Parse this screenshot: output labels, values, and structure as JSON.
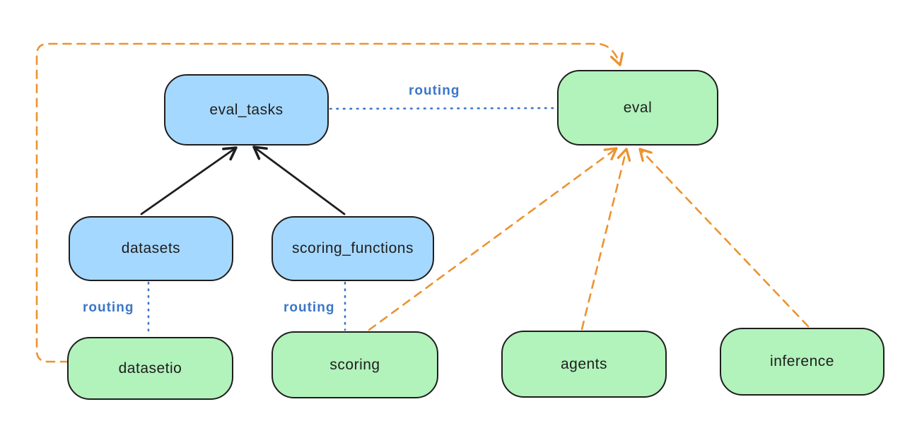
{
  "diagram": {
    "background": "#ffffff",
    "colors": {
      "blue_box_fill": "#a5d8ff",
      "green_box_fill": "#b2f2bb",
      "box_stroke": "#1e1e1e",
      "routing_line_blue": "#3b76c8",
      "dashed_arrow_orange": "#eb9330",
      "solid_arrow_black": "#1e1e1e"
    },
    "nodes": [
      {
        "id": "eval_tasks",
        "label": "eval_tasks",
        "kind": "blue"
      },
      {
        "id": "eval",
        "label": "eval",
        "kind": "green"
      },
      {
        "id": "datasets",
        "label": "datasets",
        "kind": "blue"
      },
      {
        "id": "scoring_functions",
        "label": "scoring_functions",
        "kind": "blue"
      },
      {
        "id": "datasetio",
        "label": "datasetio",
        "kind": "green"
      },
      {
        "id": "scoring",
        "label": "scoring",
        "kind": "green"
      },
      {
        "id": "agents",
        "label": "agents",
        "kind": "green"
      },
      {
        "id": "inference",
        "label": "inference",
        "kind": "green"
      }
    ],
    "edges": [
      {
        "from": "datasets",
        "to": "eval_tasks",
        "style": "solid",
        "arrow": true,
        "color": "#1e1e1e"
      },
      {
        "from": "scoring_functions",
        "to": "eval_tasks",
        "style": "solid",
        "arrow": true,
        "color": "#1e1e1e"
      },
      {
        "from": "eval_tasks",
        "to": "eval",
        "style": "dotted",
        "arrow": false,
        "color": "#3b76c8",
        "label": "routing"
      },
      {
        "from": "datasets",
        "to": "datasetio",
        "style": "dotted",
        "arrow": false,
        "color": "#3b76c8",
        "label": "routing"
      },
      {
        "from": "scoring_functions",
        "to": "scoring",
        "style": "dotted",
        "arrow": false,
        "color": "#3b76c8",
        "label": "routing"
      },
      {
        "from": "datasetio",
        "to": "eval",
        "style": "dashed",
        "arrow": true,
        "color": "#eb9330",
        "route": "around-left-and-top"
      },
      {
        "from": "scoring",
        "to": "eval",
        "style": "dashed",
        "arrow": true,
        "color": "#eb9330"
      },
      {
        "from": "agents",
        "to": "eval",
        "style": "dashed",
        "arrow": true,
        "color": "#eb9330"
      },
      {
        "from": "inference",
        "to": "eval",
        "style": "dashed",
        "arrow": true,
        "color": "#eb9330"
      }
    ]
  }
}
